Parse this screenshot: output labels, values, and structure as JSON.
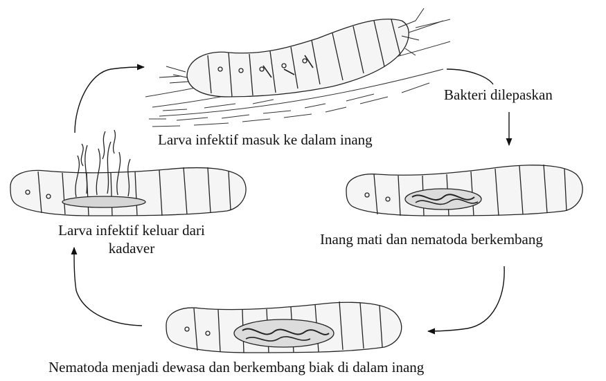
{
  "stages": {
    "top": "Larva infektif masuk ke dalam inang",
    "bacteria": "Bakteri dilepaskan",
    "right": "Inang mati dan nematoda berkembang",
    "bottom": "Nematoda menjadi dewasa dan berkembang biak di dalam inang",
    "left_line1": "Larva infektif keluar dari",
    "left_line2": "kadaver"
  }
}
